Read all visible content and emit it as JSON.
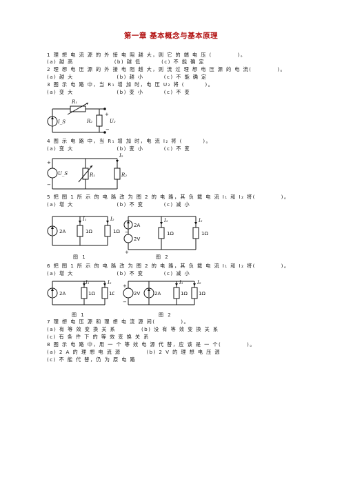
{
  "title": "第一章 基本概念与基本原理",
  "q1": {
    "stem": "1 理 想 电 流 源 的 外 接 电 阻 越 大，则 它 的 端 电 压 (          )。",
    "options": "(a) 越 高                (b) 越 低        (c) 不 能 确 定"
  },
  "q2": {
    "stem": "2 理 想 电 压 源 的 外 接 电 阻 越 大，则 流 过 理 想 电 压 源 的 电 流(          )。",
    "options": "(a) 越 大                 (b) 越 小        (c) 不 能 确 定"
  },
  "q3": {
    "stem": "3 图 示 电 路 中，当 R₁ 增 加 时，电 压 U₂ 将 (        )。",
    "options": "(a) 变 大                 (b) 变 小        (c) 不 变",
    "labels": {
      "r1": "R₁",
      "is": "I_S",
      "r2": "R₂",
      "u2": "U₂"
    }
  },
  "q4": {
    "stem": "4 图 示 电 路 中，当 R₁ 增 加 时，电 流 I₂ 将 (        )。",
    "options": "(a) 变 大                 (b) 变 小        (c) 不 变",
    "labels": {
      "us": "U_S",
      "r1": "R₁",
      "r2": "R₂",
      "i2": "I₂"
    }
  },
  "q5": {
    "stem": "5 把 图 1 所 示 的 电 路 改 为 图 2 的 电 路，其 负 载 电 流 I₁ 和 I₂ 将(          )。",
    "options": "(a) 增 大                 (b) 不 变        (c) 减 小",
    "fig1": {
      "source": "2A",
      "r1": "1Ω",
      "r2": "1Ω",
      "i1": "I₁",
      "i2": "I₂",
      "caption": "图 1"
    },
    "fig2": {
      "source_i": "2A",
      "source_v": "2V",
      "r1": "1Ω",
      "r2": "1Ω",
      "i1": "I₁",
      "i2": "I₂",
      "caption": "图 2"
    }
  },
  "q6": {
    "stem": "6 把 图 1 所 示 的 电 路 改 为 图 2 的 电 路，其 负 载 电 流 I₁ 和 I₂ 将(          )。",
    "options": "(a) 增 大                 (b) 不 变        (c) 减 小",
    "fig1": {
      "source": "2A",
      "r1": "1Ω",
      "r2": "1Ω",
      "i1": "I₁",
      "i2": "I₂",
      "caption": "图 1"
    },
    "fig2": {
      "source_v": "2V",
      "source_i": "2A",
      "r1": "1Ω",
      "r2": "1Ω",
      "i1": "I₁",
      "i2": "I₂",
      "caption": "图 2"
    }
  },
  "q7": {
    "stem": "7 理 想 电 压 源 和 理 想 电 流 源 间(          )。",
    "opt_ab": "(a) 有 等 效 变 换 关 系          (b) 没 有 等 效 变 换 关 系",
    "opt_c": "(c) 有 条 件 下 的 等 效 变 换 关 系"
  },
  "q8": {
    "stem": "8 图 示 电 路 中，用 一 个 等 效 电 源 代 替，应 该 是 一 个(          )。",
    "opt_ab": "(a) 2 A 的 理 想 电 流 源          (b) 2 V 的 理 想 电 压 源",
    "opt_c": "(c) 不 能 代 替，仍 为 原 电 路"
  },
  "signs": {
    "plus": "+",
    "minus": "−"
  }
}
